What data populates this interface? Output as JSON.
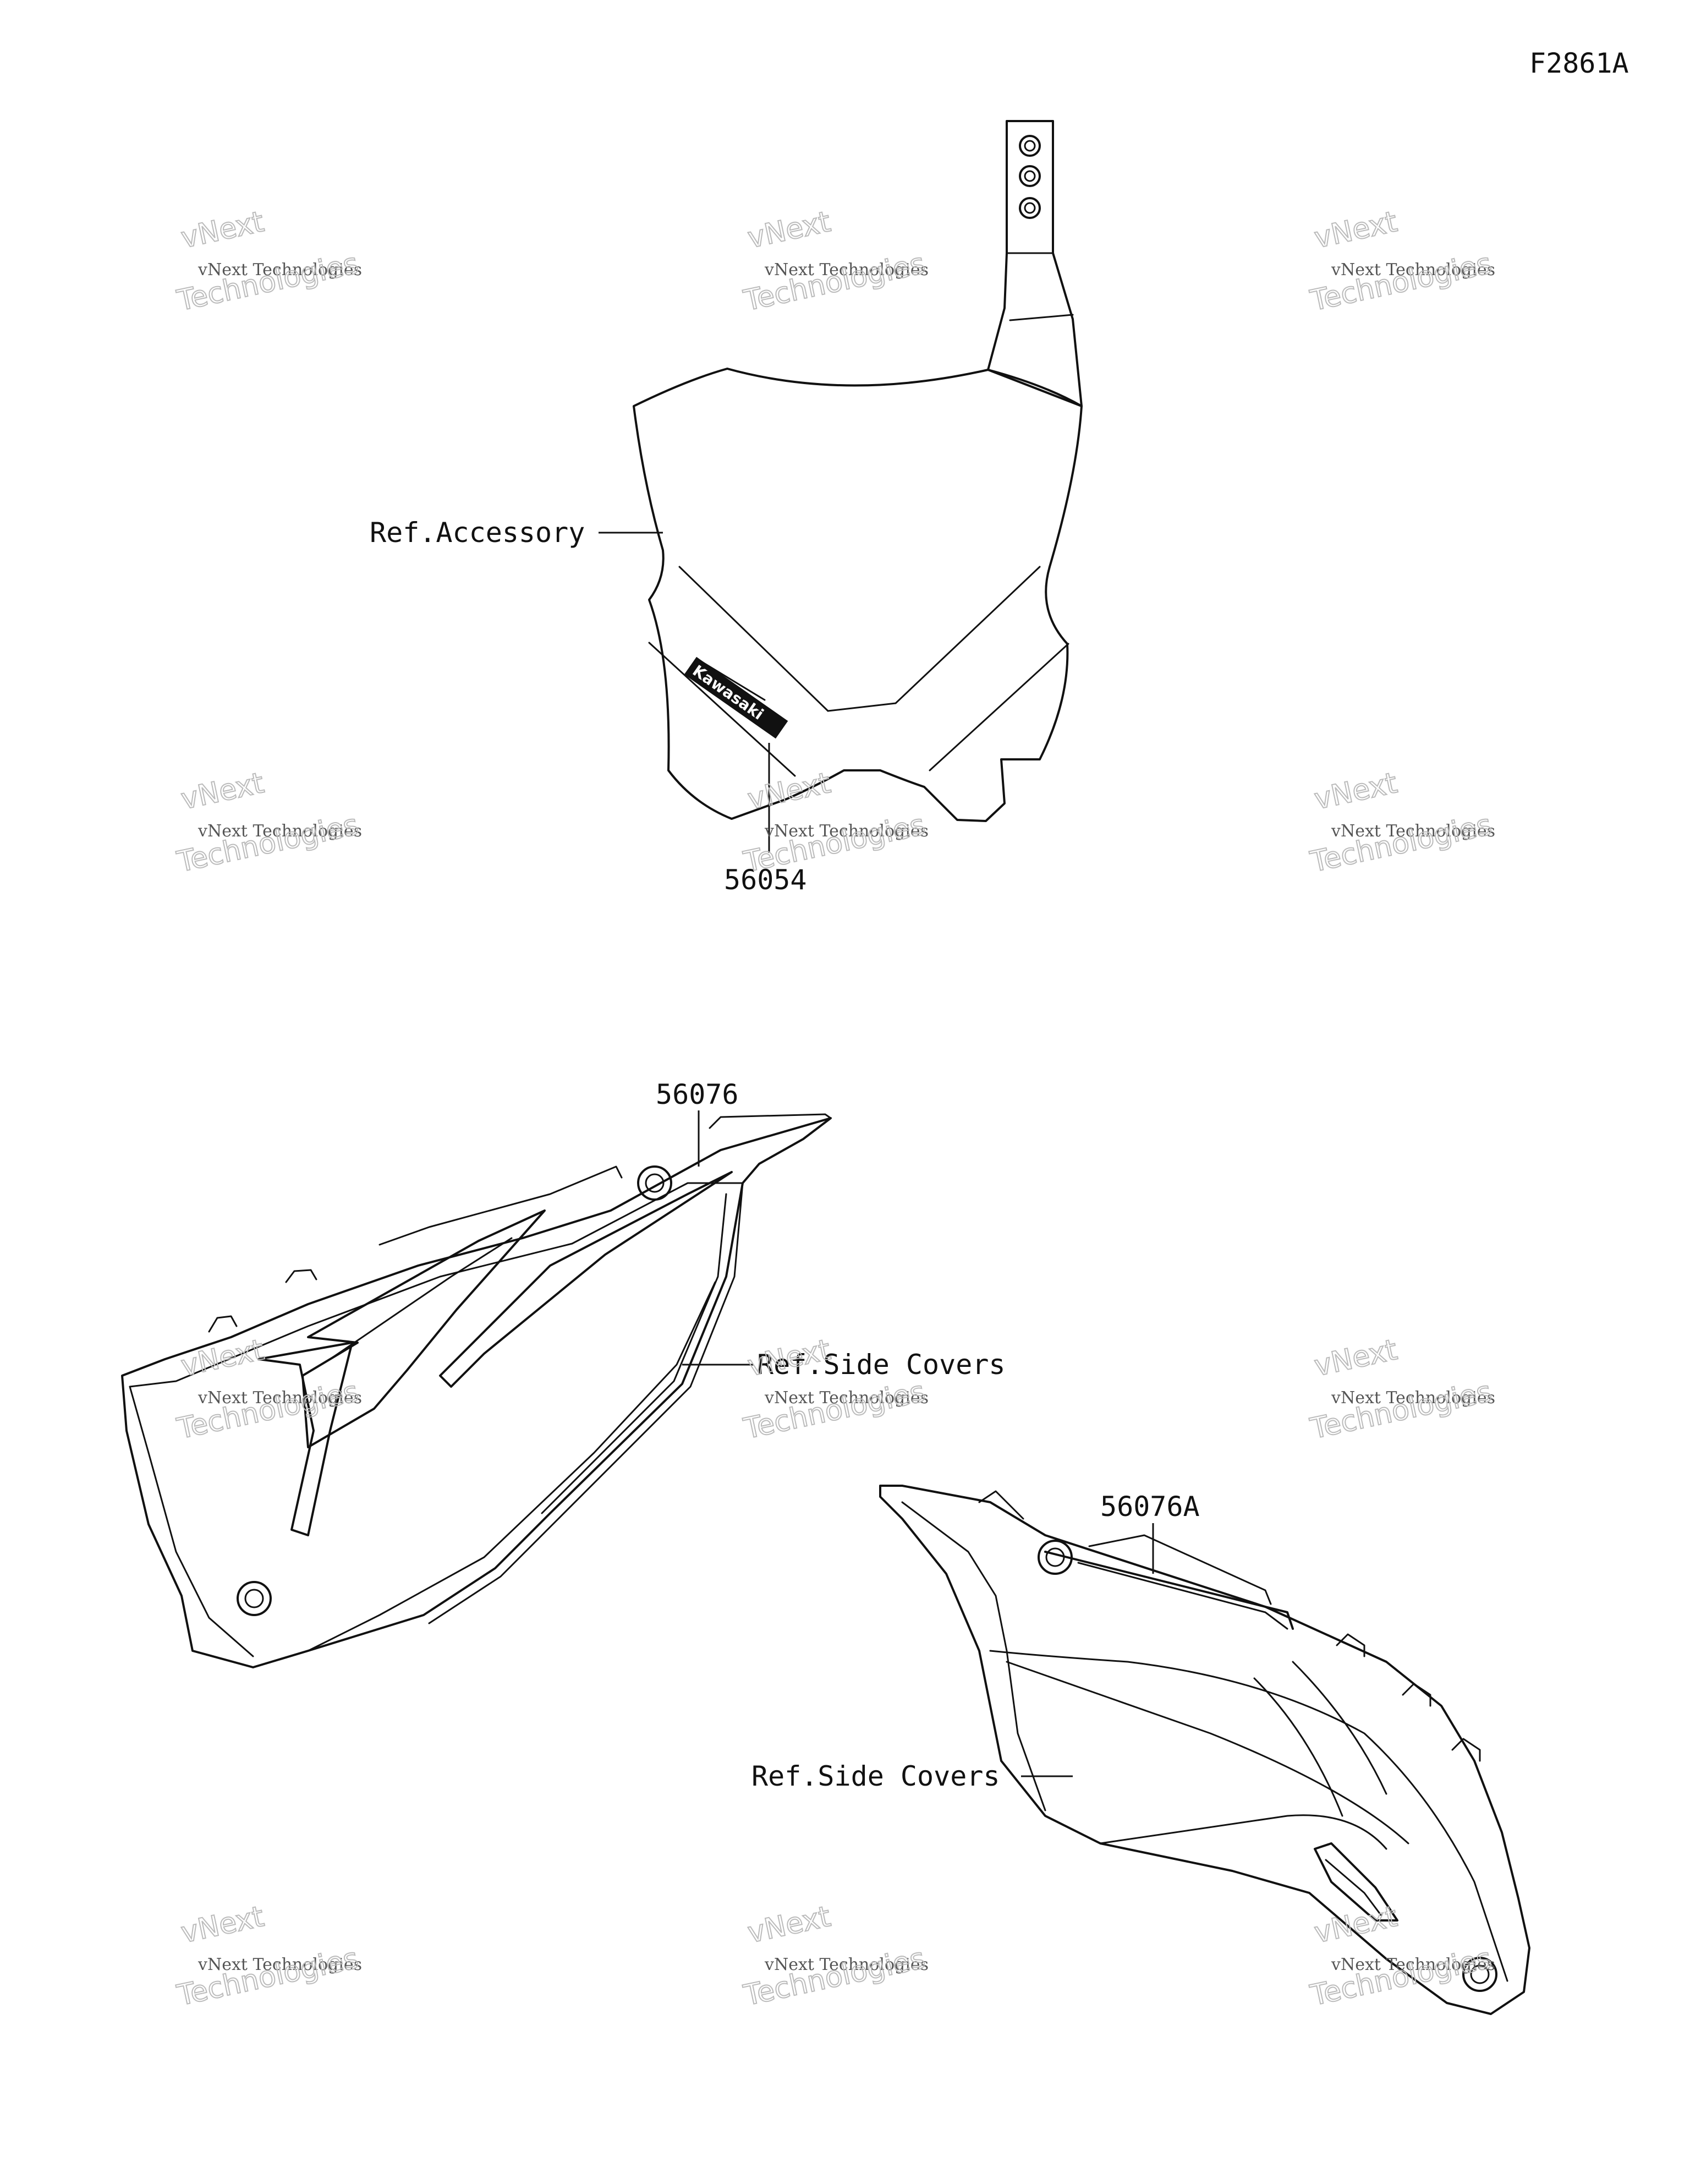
{
  "figure_code": "F2861A",
  "labels": {
    "ref_accessory": "Ref.Accessory",
    "part_56054": "56054",
    "part_56076": "56076",
    "ref_side_covers_left": "Ref.Side Covers",
    "part_56076A": "56076A",
    "ref_side_covers_right": "Ref.Side Covers"
  },
  "decal_text": "Kawasaki",
  "watermark": {
    "small": "vNext Technologies",
    "large_top": "vNext",
    "large_bottom": "Technologies"
  }
}
